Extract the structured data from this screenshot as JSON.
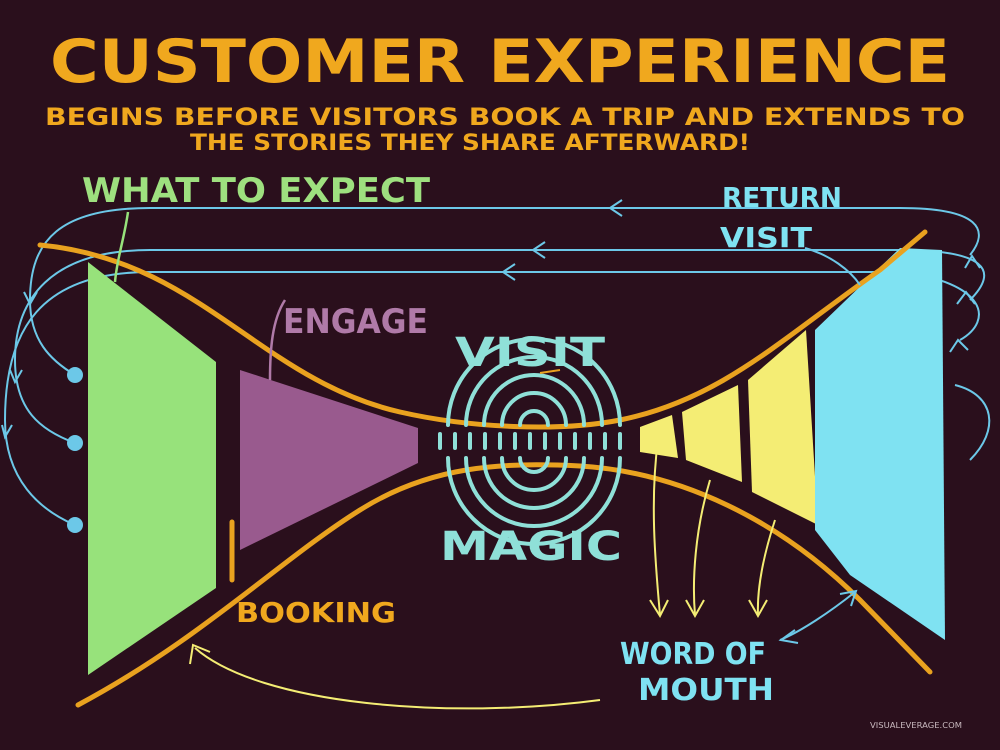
{
  "header": {
    "title": "CUSTOMER EXPERIENCE",
    "subtitle_line1": "BEGINS BEFORE VISITORS BOOK A TRIP AND EXTENDS TO",
    "subtitle_line2": "THE STORIES THEY SHARE AFTERWARD!"
  },
  "labels": {
    "what_to_expect": "WHAT TO EXPECT",
    "engage": "ENGAGE",
    "visit": "VISIT",
    "magic": "MAGIC",
    "booking": "BOOKING",
    "return_line1": "RETURN",
    "return_line2": "VISIT",
    "word_of_mouth_line1": "WORD OF",
    "word_of_mouth_line2": "MOUTH"
  },
  "credit": "VISUALEVERAGE.COM",
  "colors": {
    "background": "#2a0f1c",
    "title": "#f0a81e",
    "funnel_outline": "#e9a21f",
    "green": "#97e27b",
    "purple": "#995a8e",
    "yellow": "#f4ed74",
    "blue": "#7fe2f2",
    "teal_text": "#8fe0d8",
    "loop_lines": "#6cc8e8",
    "green_text": "#9ee07f",
    "purple_text": "#b07aa8",
    "booking_text": "#f0a81e",
    "credit_text": "#c9b9bf"
  }
}
